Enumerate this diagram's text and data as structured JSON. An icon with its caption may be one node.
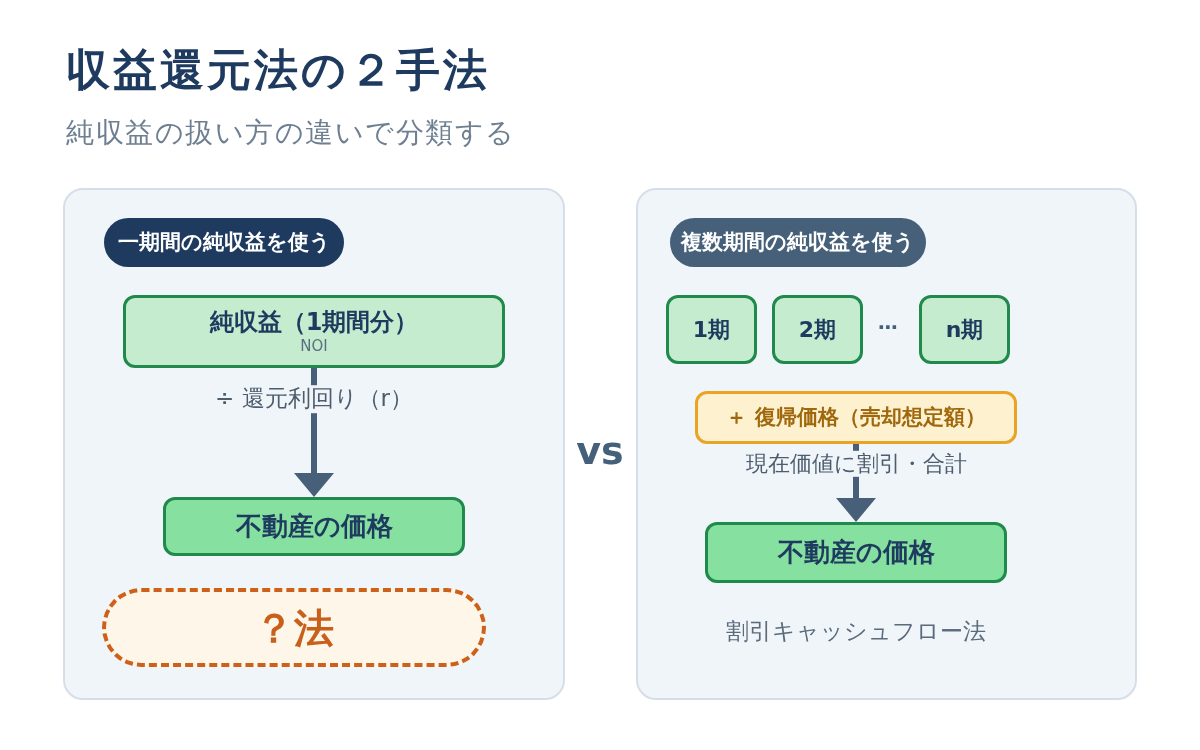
{
  "diagram": {
    "title": "収益還元法の２手法",
    "nodes": [
      {
        "text": [],
        "shape": "box"
      },
      {
        "text": [
          "一期間の純収益を使う"
        ],
        "in": 0
      },
      {
        "text": [
          "純収益（1期間分）",
          "NOI"
        ],
        "in": 0
      },
      {
        "text": [
          "不動産の価格"
        ],
        "in": 0
      },
      {
        "text": [
          "？法"
        ],
        "in": 0
      },
      {
        "text": [
          "割引キャッシュフロー法"
        ]
      },
      {
        "text": [
          "複数期間の純収益を使う"
        ],
        "in": 5
      },
      {
        "text": [
          "1期"
        ],
        "in": 5
      },
      {
        "text": [
          "2期"
        ],
        "in": 5
      },
      {
        "text": [
          "n期"
        ],
        "in": 5
      },
      {
        "text": [
          "＋ 復帰価格（売却想定額）"
        ],
        "in": 5
      },
      {
        "text": [
          "不動産の価格"
        ],
        "in": 5
      }
    ],
    "edges": [
      {
        "from": 2,
        "to": 3,
        "arrow": "to",
        "label": "÷ 還元利回り（r）"
      },
      {
        "from": 10,
        "to": 11,
        "arrow": "to",
        "label": "現在価値に割引・合計"
      }
    ],
    "labels": [
      "純収益の扱い方の違いで分類する",
      "⋯",
      "vs"
    ]
  }
}
